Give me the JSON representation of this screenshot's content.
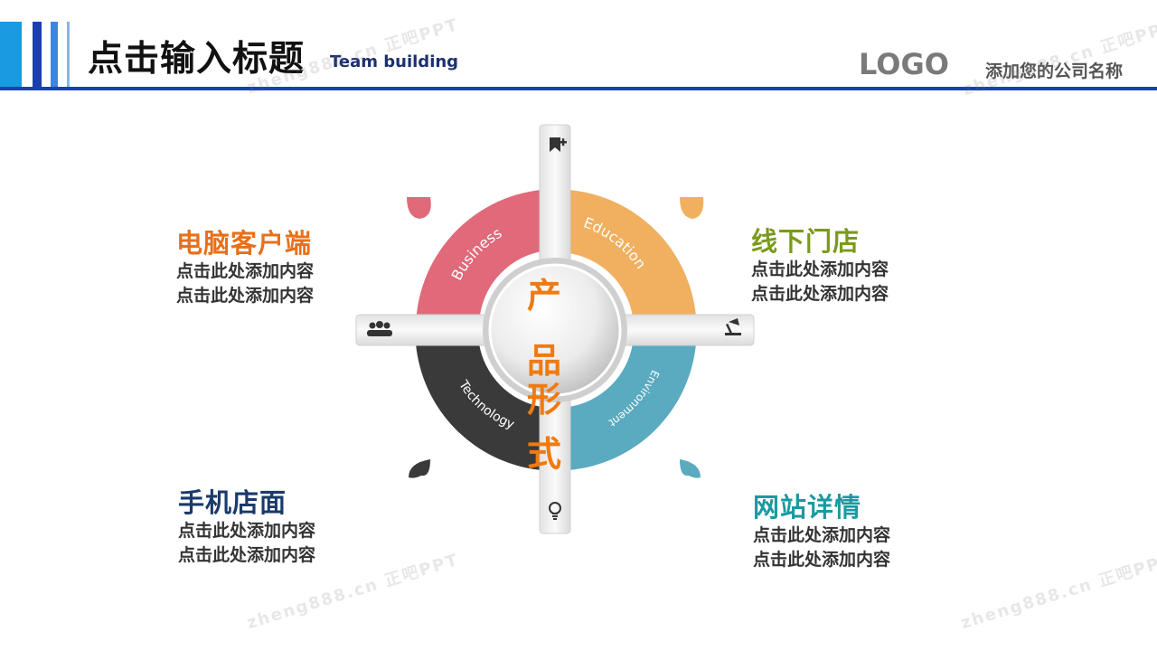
{
  "header": {
    "title": "点击输入标题",
    "subtitle": "Team building",
    "logo": "LOGO",
    "company": "添加您的公司名称"
  },
  "blocks": {
    "top_left": {
      "title": "电脑客户端",
      "line1": "点击此处添加内容",
      "line2": "点击此处添加内容",
      "color": "#e8701a"
    },
    "top_right": {
      "title": "线下门店",
      "line1": "点击此处添加内容",
      "line2": "点击此处添加内容",
      "color": "#7a9a1a"
    },
    "bottom_left": {
      "title": "手机店面",
      "line1": "点击此处添加内容",
      "line2": "点击此处添加内容",
      "color": "#1a3a6a"
    },
    "bottom_right": {
      "title": "网站详情",
      "line1": "点击此处添加内容",
      "line2": "点击此处添加内容",
      "color": "#1a9aa0"
    }
  },
  "diagram": {
    "center_text": "产品形式",
    "center_color": "#f07a10",
    "segments": [
      {
        "label": "Business",
        "color": "#e0697a"
      },
      {
        "label": "Education",
        "color": "#f0b060"
      },
      {
        "label": "Environment",
        "color": "#5aaac0"
      },
      {
        "label": "Technology",
        "color": "#3a3a3a"
      }
    ],
    "icons": [
      "bookmark-plus-icon",
      "desk-lamp-icon",
      "lightbulb-icon",
      "team-icon"
    ]
  },
  "watermark": "zheng888.cn 正吧PPT"
}
